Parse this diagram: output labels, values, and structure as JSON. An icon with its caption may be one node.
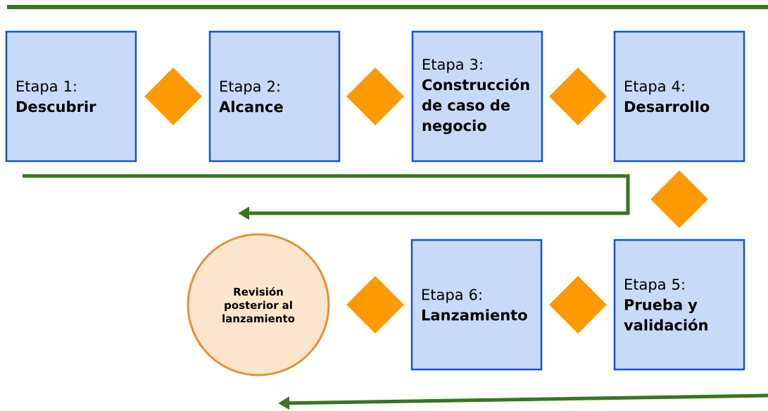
{
  "diagram": {
    "nodes": [
      {
        "text": [
          "Etapa 1:",
          "Descubrir"
        ]
      },
      {
        "text": [],
        "shape": "diamond"
      },
      {
        "text": [
          "Etapa 2:",
          "Alcance"
        ]
      },
      {
        "text": [],
        "shape": "diamond"
      },
      {
        "text": [
          "Etapa 3:",
          "Construcción de caso de negocio"
        ]
      },
      {
        "text": [],
        "shape": "diamond"
      },
      {
        "text": [
          "Etapa 4:",
          "Desarrollo"
        ]
      },
      {
        "text": [],
        "shape": "diamond"
      },
      {
        "text": [
          "Revisión posterior al lanzamiento"
        ]
      },
      {
        "text": [],
        "shape": "diamond"
      },
      {
        "text": [
          "Etapa 6:",
          "Lanzamiento"
        ]
      },
      {
        "text": [],
        "shape": "diamond"
      },
      {
        "text": [
          "Etapa 5:",
          "Prueba y validación"
        ]
      }
    ]
  }
}
